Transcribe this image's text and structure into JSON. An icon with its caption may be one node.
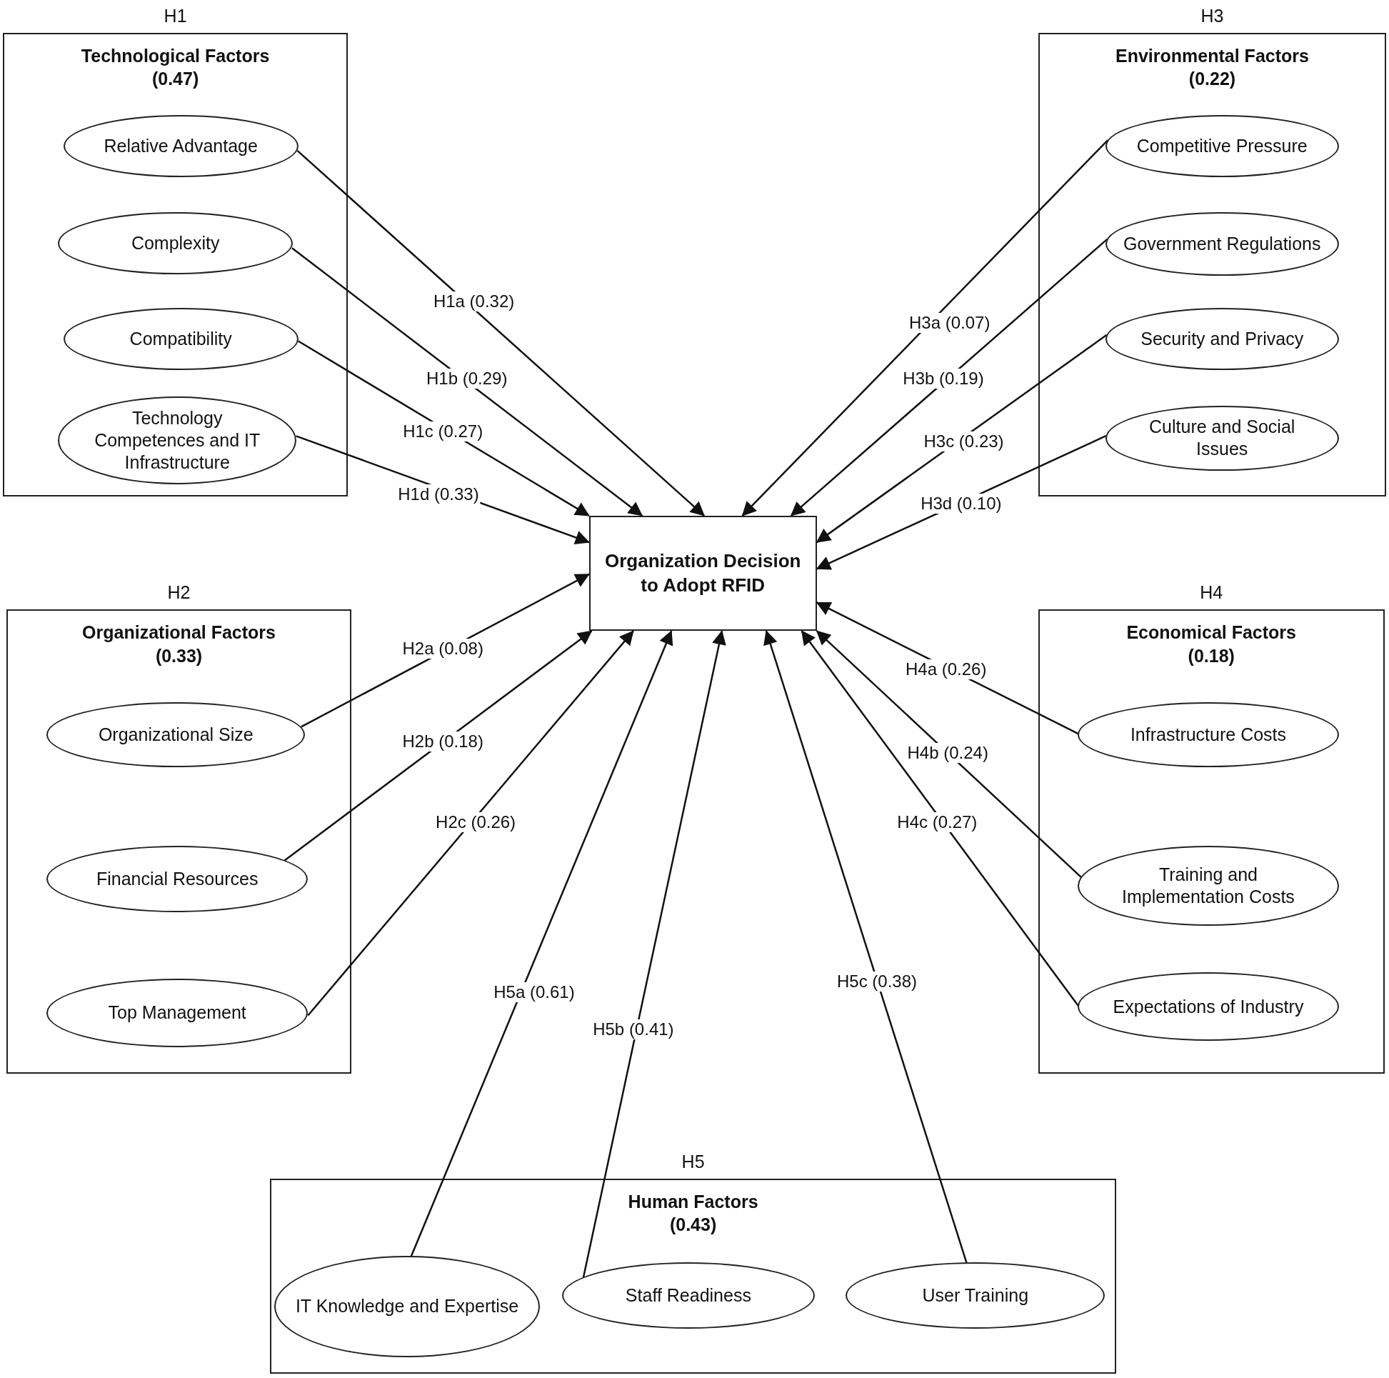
{
  "diagram": {
    "nodes": [
      {
        "text": [
          "H1",
          "Technological Factors (0.47)"
        ]
      },
      {
        "text": [
          "Relative Advantage"
        ],
        "in": 0
      },
      {
        "text": [
          "Complexity"
        ],
        "in": 0
      },
      {
        "text": [
          "Compatibility"
        ],
        "in": 0
      },
      {
        "text": [
          "Technology Competences and IT Infrastructure"
        ],
        "in": 0
      },
      {
        "text": [
          "H3",
          "Environmental Factors (0.22)"
        ]
      },
      {
        "text": [
          "Competitive Pressure"
        ],
        "in": 5
      },
      {
        "text": [
          "Government Regulations"
        ],
        "in": 5
      },
      {
        "text": [
          "Security and Privacy"
        ],
        "in": 5
      },
      {
        "text": [
          "Culture and Social Issues"
        ],
        "in": 5
      },
      {
        "text": [
          "Organization Decision to Adopt RFID"
        ]
      },
      {
        "text": [
          "H2",
          "Organizational Factors (0.33)"
        ]
      },
      {
        "text": [
          "Organizational Size"
        ],
        "in": 11
      },
      {
        "text": [
          "Financial Resources"
        ],
        "in": 11
      },
      {
        "text": [
          "Top Management"
        ],
        "in": 11
      },
      {
        "text": [
          "H4",
          "Economical Factors (0.18)"
        ]
      },
      {
        "text": [
          "Infrastructure Costs"
        ],
        "in": 15
      },
      {
        "text": [
          "Training and Implementation Costs"
        ],
        "in": 15
      },
      {
        "text": [
          "Expectations of Industry"
        ],
        "in": 15
      },
      {
        "text": [
          "H5",
          "Human Factors (0.43)"
        ]
      },
      {
        "text": [
          "IT Knowledge and Expertise"
        ],
        "in": 19
      },
      {
        "text": [
          "Staff Readiness"
        ],
        "in": 19
      },
      {
        "text": [
          "User Training"
        ],
        "in": 19
      }
    ],
    "edges": [
      {
        "from": 1,
        "to": 10,
        "arrow": "to",
        "label": "H1a (0.32)"
      },
      {
        "from": 2,
        "to": 10,
        "arrow": "to",
        "label": "H1b (0.29)"
      },
      {
        "from": 3,
        "to": 10,
        "arrow": "to",
        "label": "H1c (0.27)"
      },
      {
        "from": 4,
        "to": 10,
        "arrow": "to",
        "label": "H1d (0.33)"
      },
      {
        "from": 6,
        "to": 10,
        "arrow": "to",
        "label": "H3a (0.07)"
      },
      {
        "from": 7,
        "to": 10,
        "arrow": "to",
        "label": "H3b (0.19)"
      },
      {
        "from": 8,
        "to": 10,
        "arrow": "to",
        "label": "H3c (0.23)"
      },
      {
        "from": 9,
        "to": 10,
        "arrow": "to",
        "label": "H3d (0.10)"
      },
      {
        "from": 12,
        "to": 10,
        "arrow": "to",
        "label": "H2a (0.08)"
      },
      {
        "from": 13,
        "to": 10,
        "arrow": "to",
        "label": "H2b (0.18)"
      },
      {
        "from": 14,
        "to": 10,
        "arrow": "to",
        "label": "H2c (0.26)"
      },
      {
        "from": 16,
        "to": 10,
        "arrow": "to",
        "label": "H4a (0.26)"
      },
      {
        "from": 17,
        "to": 10,
        "arrow": "to",
        "label": "H4b (0.24)"
      },
      {
        "from": 18,
        "to": 10,
        "arrow": "to",
        "label": "H4c (0.27)"
      },
      {
        "from": 20,
        "to": 10,
        "arrow": "to",
        "label": "H5a (0.61)"
      },
      {
        "from": 21,
        "to": 10,
        "arrow": "to",
        "label": "H5b (0.41)"
      },
      {
        "from": 22,
        "to": 10,
        "arrow": "to",
        "label": "H5c (0.38)"
      }
    ]
  }
}
